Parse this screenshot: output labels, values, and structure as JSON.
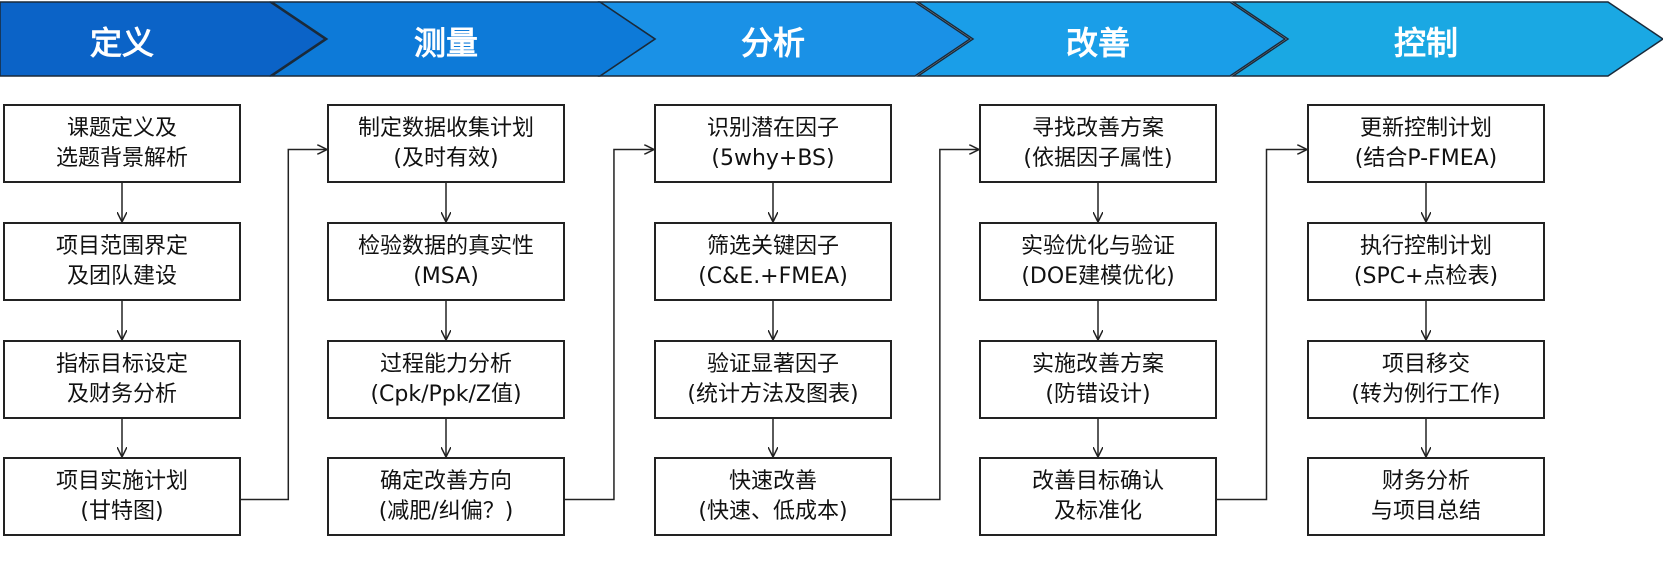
{
  "phases": [
    {
      "label": "定义",
      "color": "#0b63c7",
      "steps": [
        [
          "课题定义及",
          "选题背景解析"
        ],
        [
          "项目范围界定",
          "及团队建设"
        ],
        [
          "指标目标设定",
          "及财务分析"
        ],
        [
          "项目实施计划",
          "(甘特图)"
        ]
      ]
    },
    {
      "label": "测量",
      "color": "#0d7ad8",
      "steps": [
        [
          "制定数据收集计划",
          "(及时有效)"
        ],
        [
          "检验数据的真实性",
          "(MSA)"
        ],
        [
          "过程能力分析",
          "(Cpk/Ppk/Z值)"
        ],
        [
          "确定改善方向",
          "(减肥/纠偏？)"
        ]
      ]
    },
    {
      "label": "分析",
      "color": "#1a91e6",
      "steps": [
        [
          "识别潜在因子",
          "(5why+BS)"
        ],
        [
          "筛选关键因子",
          "(C&E.+FMEA)"
        ],
        [
          "验证显著因子",
          "(统计方法及图表)"
        ],
        [
          "快速改善",
          "(快速、低成本)"
        ]
      ]
    },
    {
      "label": "改善",
      "color": "#1a9ee8",
      "steps": [
        [
          "寻找改善方案",
          "(依据因子属性)"
        ],
        [
          "实验优化与验证",
          "(DOE建模优化)"
        ],
        [
          "实施改善方案",
          "(防错设计)"
        ],
        [
          "改善目标确认",
          "及标准化"
        ]
      ]
    },
    {
      "label": "控制",
      "color": "#1aa8e3",
      "steps": [
        [
          "更新控制计划",
          "(结合P-FMEA)"
        ],
        [
          "执行控制计划",
          "(SPC+点检表)"
        ],
        [
          "项目移交",
          "(转为例行工作)"
        ],
        [
          "财务分析",
          "与项目总结"
        ]
      ]
    }
  ]
}
